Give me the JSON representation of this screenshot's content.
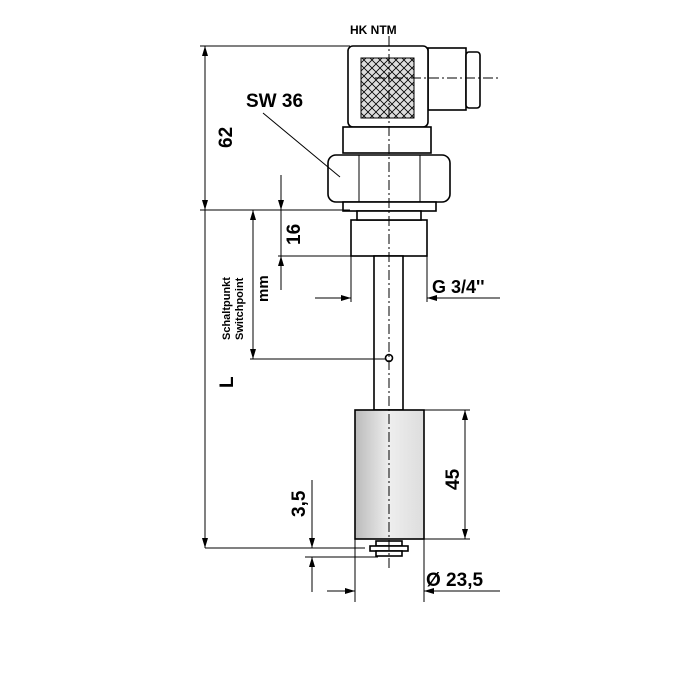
{
  "title": "HK NTM",
  "labels": {
    "wrench_size": "SW 36",
    "height_top": "62",
    "thread_length": "16",
    "switchpoint_de": "Schaltpunkt",
    "switchpoint_en": "Switchpoint",
    "switchpoint_unit": "mm",
    "length": "L",
    "thread": "G 3/4''",
    "float_height": "45",
    "bottom_offset": "3,5",
    "float_diameter": "Ø 23,5"
  }
}
